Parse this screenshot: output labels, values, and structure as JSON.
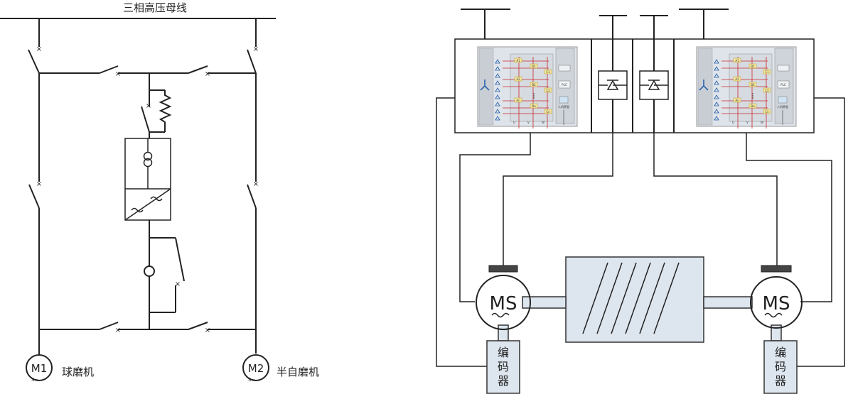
{
  "left_diagram": {
    "bus_label": "三相高压母线",
    "motor1": {
      "symbol": "M1",
      "phase": "3~",
      "label": "球磨机"
    },
    "motor2": {
      "symbol": "M2",
      "phase": "3~",
      "label": "半自磨机"
    }
  },
  "right_diagram": {
    "motor_left": {
      "symbol": "MS"
    },
    "motor_right": {
      "symbol": "MS"
    },
    "encoder_left": {
      "label": "编码器",
      "chars": [
        "编",
        "码",
        "器"
      ]
    },
    "encoder_right": {
      "label": "编码器",
      "chars": [
        "编",
        "码",
        "器"
      ]
    },
    "cabinet_plc_label": "PLC",
    "cabinet_hmi_label": "人机界面",
    "cabinet_phase_labels": [
      "U",
      "V",
      "W"
    ],
    "cabinet_cell_labels": [
      "A1",
      "B1",
      "C1",
      "A2",
      "B2",
      "C2",
      "An",
      "Bn",
      "Cn"
    ]
  }
}
